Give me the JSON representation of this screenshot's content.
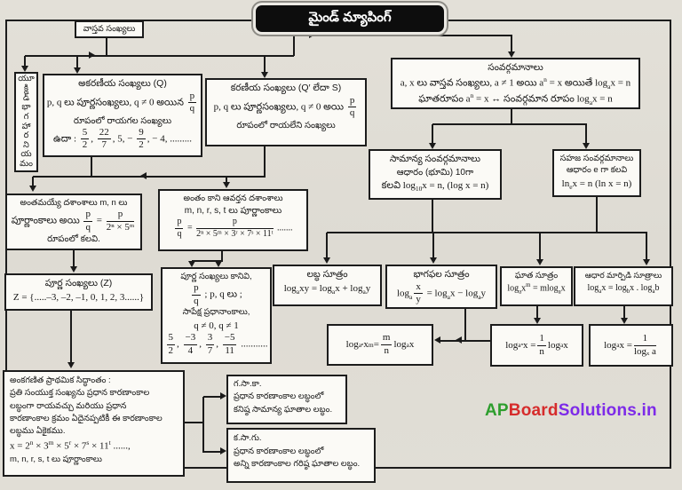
{
  "title": "మైండ్ మ్యాపింగ్",
  "colors": {
    "ink": "#151515",
    "paper": "#e0ddd5",
    "box_bg": "#fbfaf6",
    "watermark_ap": "#2e9e2e",
    "watermark_board": "#d62b2b",
    "watermark_solutions": "#7d2ae8"
  },
  "watermark": {
    "ap": "AP",
    "board": "Board",
    "solutions": "Solutions.in"
  },
  "nodes": {
    "real": {
      "label": "వాస్తవ సంఖ్యలు"
    },
    "euclid": {
      "chars": [
        "యూ",
        "క్లి",
        "డ్",
        "భా",
        "గ",
        "హా",
        "ర",
        "ని",
        "య",
        "మం"
      ]
    },
    "rational": {
      "title": "అకరణీయ సంఖ్యలు (Q)",
      "line1": [
        [
          "t",
          "p, q లు పూర్ణసంఖ్యలు, q ≠ 0 అయిన "
        ],
        [
          "fr",
          "p",
          "q"
        ]
      ],
      "line2": "రూపంలో రాయగల సంఖ్యలు",
      "line3": [
        [
          "t",
          "ఉదా : "
        ],
        [
          "fr",
          "5",
          "2"
        ],
        [
          "t",
          ", "
        ],
        [
          "fr",
          "22",
          "7"
        ],
        [
          "t",
          ", 5, − "
        ],
        [
          "fr",
          "9",
          "2"
        ],
        [
          "t",
          ", − 4, ........."
        ]
      ]
    },
    "irrational": {
      "title": "కరణీయ సంఖ్యలు (Q′ లేదా S)",
      "line1": [
        [
          "t",
          "p, q లు పూర్ణసంఖ్యలు, q ≠ 0 అయి "
        ],
        [
          "fr",
          "p",
          "q"
        ]
      ],
      "line2": "రూపంలో రాయలేని సంఖ్యలు"
    },
    "logarithms": {
      "title": "సంవర్గమానాలు",
      "line1": [
        [
          "t",
          "a, x లు వాస్తవ సంఖ్యలు, a ≠ 1 అయి a"
        ],
        [
          "sup",
          "n"
        ],
        [
          "t",
          " = x అయితే log"
        ],
        [
          "sub",
          "a"
        ],
        [
          "t",
          "x = n"
        ]
      ],
      "line2": [
        [
          "t",
          "ఘాతరూపం a"
        ],
        [
          "sup",
          "n"
        ],
        [
          "t",
          " = x ↔ సంవర్గమాన రూపం log"
        ],
        [
          "sub",
          "a"
        ],
        [
          "t",
          "x = n"
        ]
      ]
    },
    "common_log": {
      "title": "సామాన్య సంవర్గమానాలు",
      "line2": "ఆధారం (భూమి) 10గా",
      "line3": [
        [
          "t",
          "కలవి log"
        ],
        [
          "sub",
          "10"
        ],
        [
          "t",
          "x = n, (log x = n)"
        ]
      ]
    },
    "natural_log": {
      "title": "సహజ సంవర్గమానాలు",
      "line2": "ఆధారం e గా కలవి",
      "line3": [
        [
          "t",
          "ln"
        ],
        [
          "sub",
          "e"
        ],
        [
          "t",
          "x = n (ln x = n)"
        ]
      ]
    },
    "terminating": {
      "line1": "అంతమయ్యే దశాంశాలు m, n లు",
      "line2": [
        [
          "t",
          "పూర్ణాంకాలు అయి "
        ],
        [
          "fr",
          "p",
          "q"
        ],
        [
          "t",
          " = "
        ],
        [
          "fr",
          "p",
          "2ⁿ × 5ᵐ"
        ]
      ],
      "line3": "రూపంలో కలవి."
    },
    "nonterminating": {
      "line1": "అంతం కాని ఆవర్తన దశాంశాలు",
      "line2": "m, n, r, s, t లు పూర్ణాంకాలు",
      "line3": [
        [
          "fr",
          "p",
          "q"
        ],
        [
          "t",
          " = "
        ],
        [
          "fr",
          "p",
          "2ⁿ × 5ᵐ × 3ʳ × 7ˢ × 11ᵗ"
        ],
        [
          "t",
          " ......."
        ]
      ]
    },
    "integers": {
      "title": "పూర్ణ సంఖ్యలు (Z)",
      "line2": "Z = {.....–3, –2, –1, 0, 1, 2, 3......}"
    },
    "not_integers": {
      "line1": "పూర్ణ సంఖ్యలు కానివి,",
      "line2": [
        [
          "fr",
          "p",
          "q"
        ],
        [
          "t",
          " ; p, q లు ;"
        ]
      ],
      "line3": "సాపేక్ష ప్రధానాంకాలు,",
      "line4": "q ≠ 0, q ≠ 1",
      "line5": [
        [
          "fr",
          "5",
          "2"
        ],
        [
          "t",
          ", "
        ],
        [
          "fr",
          "−3",
          "4"
        ],
        [
          "t",
          ", "
        ],
        [
          "fr",
          "3",
          "7"
        ],
        [
          "t",
          ", "
        ],
        [
          "fr",
          "−5",
          "11"
        ],
        [
          "t",
          " ..........."
        ]
      ]
    },
    "product_rule": {
      "title": "లబ్ధ సూత్రం",
      "formula": [
        [
          "t",
          "log"
        ],
        [
          "sub",
          "a"
        ],
        [
          "t",
          "xy = log"
        ],
        [
          "sub",
          "a"
        ],
        [
          "t",
          "x + log"
        ],
        [
          "sub",
          "a"
        ],
        [
          "t",
          "y"
        ]
      ]
    },
    "quotient_rule": {
      "title": "భాగఫల సూత్రం",
      "formula": [
        [
          "t",
          "log"
        ],
        [
          "sub",
          "a"
        ],
        [
          "fr",
          "x",
          "y"
        ],
        [
          "t",
          " = log"
        ],
        [
          "sub",
          "a"
        ],
        [
          "t",
          "x − log"
        ],
        [
          "sub",
          "a"
        ],
        [
          "t",
          "y"
        ]
      ]
    },
    "power_rule": {
      "title": "ఘాత సూత్రం",
      "formula": [
        [
          "t",
          "log"
        ],
        [
          "sub",
          "a"
        ],
        [
          "t",
          "x"
        ],
        [
          "sup",
          "m"
        ],
        [
          "t",
          " = mlog"
        ],
        [
          "sub",
          "a"
        ],
        [
          "t",
          "x"
        ]
      ]
    },
    "base_change": {
      "title": "ఆధార మార్పిడి సూత్రాలు",
      "formula": [
        [
          "t",
          "log"
        ],
        [
          "sub",
          "a"
        ],
        [
          "t",
          "x = log"
        ],
        [
          "sub",
          "b"
        ],
        [
          "t",
          "x . log"
        ],
        [
          "sub",
          "a"
        ],
        [
          "t",
          "b"
        ]
      ]
    },
    "formula_mn": {
      "formula": [
        [
          "t",
          "log"
        ],
        [
          "sub",
          "aⁿ"
        ],
        [
          "t",
          " x"
        ],
        [
          "sup",
          "m"
        ],
        [
          "t",
          " = "
        ],
        [
          "fr",
          "m",
          "n"
        ],
        [
          "t",
          " log"
        ],
        [
          "sub",
          "a"
        ],
        [
          "t",
          " x"
        ]
      ]
    },
    "formula_1n": {
      "formula": [
        [
          "t",
          "log"
        ],
        [
          "sub",
          "aⁿ"
        ],
        [
          "t",
          " x = "
        ],
        [
          "fr",
          "1",
          "n"
        ],
        [
          "t",
          " log"
        ],
        [
          "sub",
          "a"
        ],
        [
          "t",
          " x"
        ]
      ]
    },
    "formula_recip": {
      "formula": [
        [
          "t",
          "log"
        ],
        [
          "sub",
          "a"
        ],
        [
          "t",
          " x = "
        ],
        [
          "fr",
          "1",
          "logₓ a"
        ]
      ]
    },
    "fundamental": {
      "title": "అంకగణిత ప్రాథమిక సిద్ధాంతం :",
      "lines": [
        "ప్రతి సంయుక్త సంఖ్యను ప్రధాన కారణాంకాల",
        "లబ్ధంగా రాయవచ్చు మరియు ప్రధాన",
        "కారణాంకాల క్రమం ఏదైనప్పటికీ ఈ కారణాంకాల",
        "లబ్ధము ఏకైకము."
      ],
      "formula": [
        [
          "t",
          "x = 2"
        ],
        [
          "sup",
          "n"
        ],
        [
          "t",
          " × 3"
        ],
        [
          "sup",
          "m"
        ],
        [
          "t",
          " × 5"
        ],
        [
          "sup",
          "r"
        ],
        [
          "t",
          " × 7"
        ],
        [
          "sup",
          "s"
        ],
        [
          "t",
          " × 11"
        ],
        [
          "sup",
          "t"
        ],
        [
          "t",
          " ......,"
        ]
      ],
      "last": "m, n, r, s, t లు పూర్ణాంకాలు"
    },
    "gcd": {
      "title": "గ.సా.కా.",
      "lines": [
        "ప్రధాన కారణాంకాల లబ్ధంలో",
        "కనిష్ఠ సామాన్య ఘాతాల లబ్ధం."
      ]
    },
    "lcm": {
      "title": "క.సా.గు.",
      "lines": [
        "ప్రధాన కారణాంకాల లబ్ధంలో",
        "అన్ని కారణాంకాల గరిష్ఠ ఘాతాల లబ్ధం."
      ]
    }
  }
}
